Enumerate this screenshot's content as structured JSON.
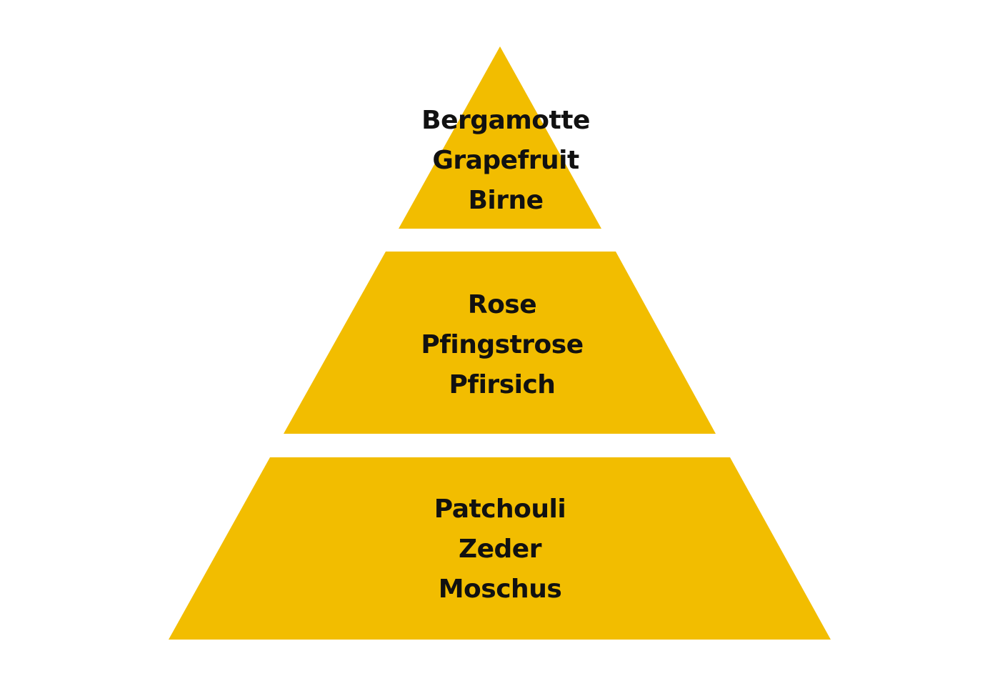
{
  "colors": {
    "background": "#ffffff",
    "tier_fill": "#F2BD00",
    "text": "#111111"
  },
  "pyramid": {
    "top": {
      "notes": [
        "Bergamotte",
        "Grapefruit",
        "Birne"
      ]
    },
    "middle": {
      "notes": [
        "Rose",
        "Pfingstrose",
        "Pfirsich"
      ]
    },
    "bottom": {
      "notes": [
        "Patchouli",
        "Zeder",
        "Moschus"
      ]
    }
  }
}
